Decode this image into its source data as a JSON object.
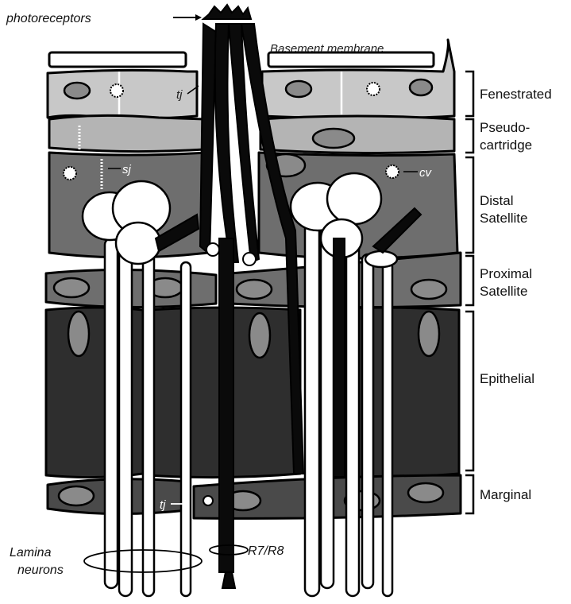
{
  "labels": {
    "photoreceptors": "photoreceptors",
    "basement_membrane": "Basement membrane",
    "tj_top": "tj",
    "sj": "sj",
    "cv": "cv",
    "tj_bottom": "tj",
    "lamina_neurons_line1": "Lamina",
    "lamina_neurons_line2": "neurons",
    "r7r8": "R7/R8"
  },
  "layers": [
    {
      "name_line1": "Fenestrated",
      "name_line2": ""
    },
    {
      "name_line1": "Pseudo-",
      "name_line2": "cartridge"
    },
    {
      "name_line1": "Distal",
      "name_line2": "Satellite"
    },
    {
      "name_line1": "Proximal",
      "name_line2": "Satellite"
    },
    {
      "name_line1": "Epithelial",
      "name_line2": ""
    },
    {
      "name_line1": "Marginal",
      "name_line2": ""
    }
  ],
  "colors": {
    "fenestrated": "#c8c8c8",
    "pseudocartridge": "#b4b4b4",
    "satellite": "#6e6e6e",
    "epithelial": "#2e2e2e",
    "marginal": "#4a4a4a",
    "nucleus": "#8a8a8a",
    "fiber": "#ffffff",
    "photoreceptor": "#0a0a0a"
  }
}
